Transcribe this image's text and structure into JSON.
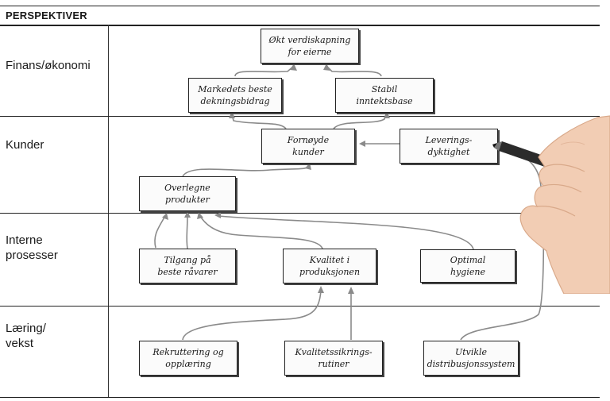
{
  "header": {
    "title": "PERSPEKTIVER"
  },
  "rows": [
    {
      "label": "Finans/økonomi"
    },
    {
      "label": "Kunder"
    },
    {
      "label": "Interne\nprosesser"
    },
    {
      "label": "Læring/\nvekst"
    }
  ],
  "boxes": {
    "okt_verdiskapning": "Økt verdiskapning\nfor eierne",
    "markedets_beste": "Markedets beste\ndekningsbidrag",
    "stabil_inntektsbase": "Stabil\ninntektsbase",
    "fornoyde_kunder": "Fornøyde\nkunder",
    "leveringsdyktighet": "Leverings-\ndyktighet",
    "overlegne_produkter": "Overlegne\nprodukter",
    "tilgang_raavarer": "Tilgang på\nbeste råvarer",
    "kvalitet_produksjonen": "Kvalitet i\nproduksjonen",
    "optimal_hygiene": "Optimal\nhygiene",
    "rekruttering": "Rekruttering og\nopplæring",
    "kvalitetssikring": "Kvalitetssikrings-\nrutiner",
    "utvikle_distribusjon": "Utvikle\ndistribusjonssystem"
  }
}
